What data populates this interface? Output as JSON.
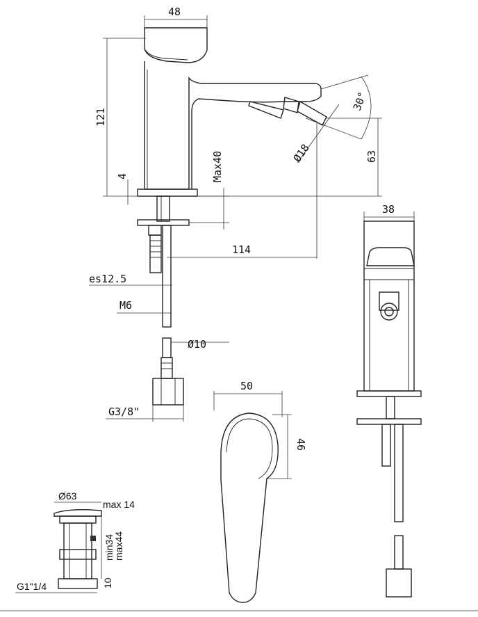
{
  "dimensions": {
    "width_48": "48",
    "height_121": "121",
    "angle_30": "30°",
    "diameter_18": "Ø18",
    "height_63": "63",
    "max40": "Max40",
    "dim_4": "4",
    "reach_114": "114",
    "es12_5": "es12.5",
    "m6": "M6",
    "diameter_10": "Ø10",
    "g3_8": "G3/8\"",
    "side_38": "38",
    "handle_50": "50",
    "handle_46": "46",
    "waste_d63": "Ø63",
    "max14": "max 14",
    "min34": "min34",
    "max44": "max44",
    "g1_1_4": "G1\"1/4",
    "dim_10": "10"
  }
}
